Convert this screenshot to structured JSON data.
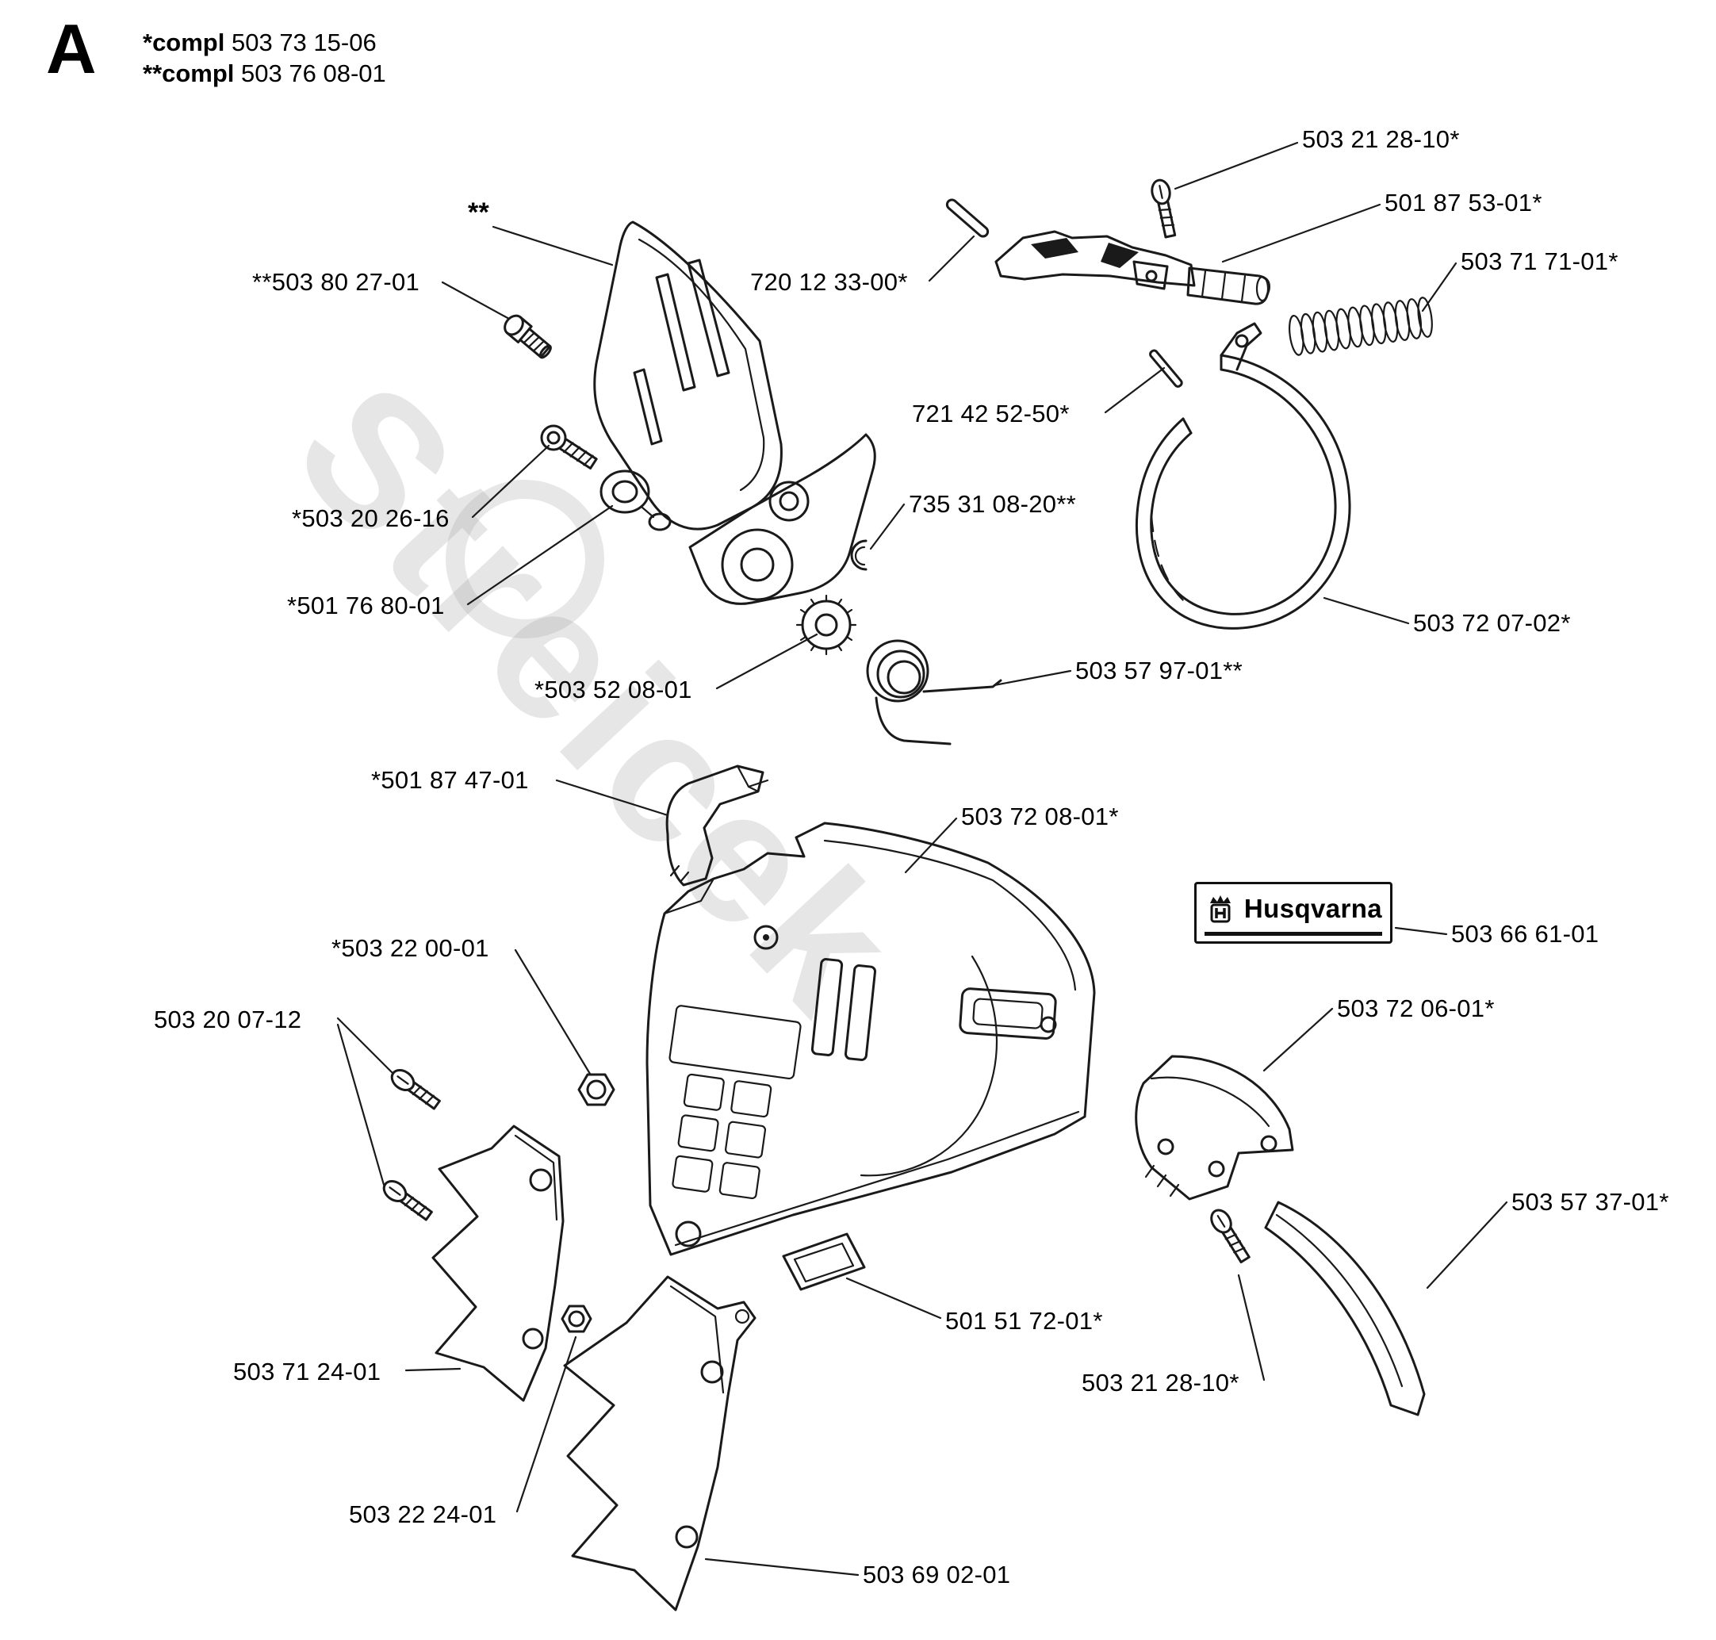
{
  "header": {
    "section_letter": "A",
    "compl_lines": [
      {
        "prefix": "*compl",
        "number": "503 73 15-06"
      },
      {
        "prefix": "**compl",
        "number": "503 76 08-01"
      }
    ]
  },
  "watermark": {
    "text": "Streicek"
  },
  "decal": {
    "brand": "Husqvarna"
  },
  "labels": [
    {
      "text": "503 21 28-10*"
    },
    {
      "text": "501 87 53-01*"
    },
    {
      "text": "503 71 71-01*"
    },
    {
      "text": "**"
    },
    {
      "text": "720 12 33-00*"
    },
    {
      "text": "**503 80 27-01"
    },
    {
      "text": "721 42 52-50*"
    },
    {
      "text": "735 31 08-20**"
    },
    {
      "text": "*503 20 26-16"
    },
    {
      "text": "*501 76 80-01"
    },
    {
      "text": "503 72 07-02*"
    },
    {
      "text": "*503 52 08-01"
    },
    {
      "text": "503 57 97-01**"
    },
    {
      "text": "*501 87 47-01"
    },
    {
      "text": "503 72 08-01*"
    },
    {
      "text": "503 66 61-01"
    },
    {
      "text": "*503 22 00-01"
    },
    {
      "text": "503 20 07-12"
    },
    {
      "text": "503 72 06-01*"
    },
    {
      "text": "503 57 37-01*"
    },
    {
      "text": "501 51 72-01*"
    },
    {
      "text": "503 71 24-01"
    },
    {
      "text": "503 21 28-10*"
    },
    {
      "text": "503 22 24-01"
    },
    {
      "text": "503 69 02-01"
    }
  ]
}
